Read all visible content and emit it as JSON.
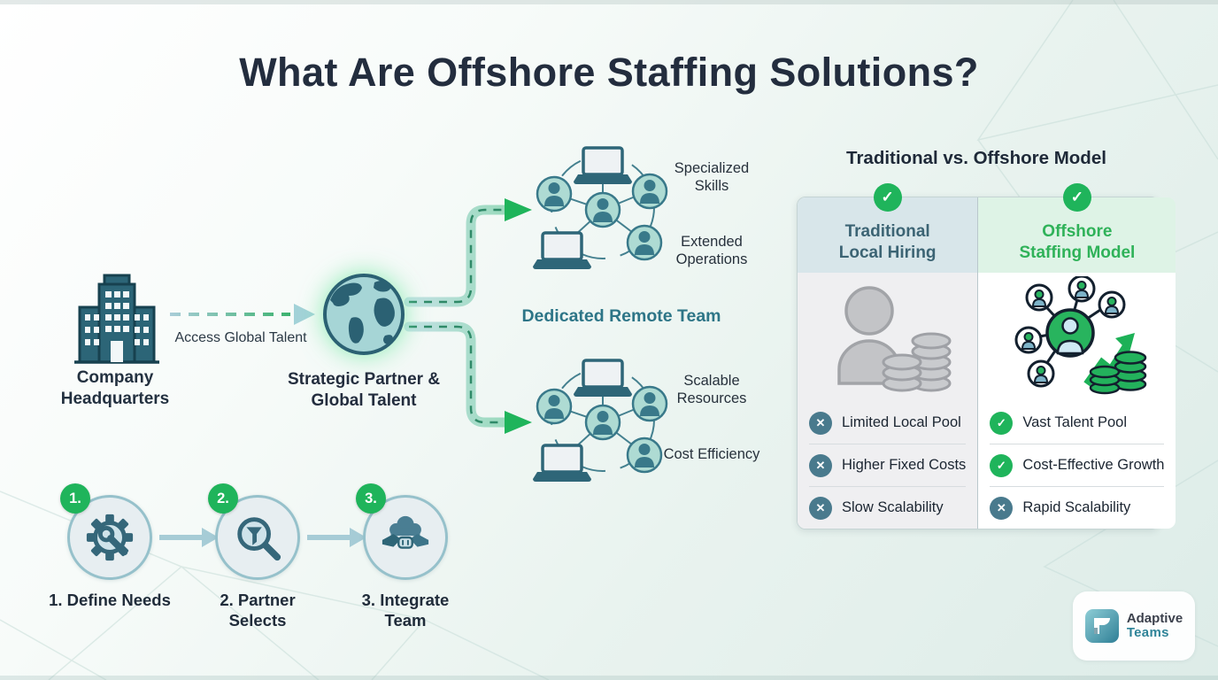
{
  "title": "What Are Offshore Staffing Solutions?",
  "flow": {
    "hq_label": "Company Headquarters",
    "arrow_label": "Access Global Talent",
    "partner_label": "Strategic Partner & Global Talent",
    "dedicated_team_label": "Dedicated Remote Team",
    "benefits": {
      "top": [
        "Specialized Skills",
        "Extended Operations"
      ],
      "bottom": [
        "Scalable Resources",
        "Cost Efficiency"
      ]
    }
  },
  "comparison": {
    "title": "Traditional vs. Offshore Model",
    "columns": [
      {
        "header_line1": "Traditional",
        "header_line2": "Local Hiring",
        "items": [
          {
            "icon": "x",
            "label": "Limited Local Pool"
          },
          {
            "icon": "x",
            "label": "Higher Fixed Costs"
          },
          {
            "icon": "x",
            "label": "Slow Scalability"
          }
        ]
      },
      {
        "header_line1": "Offshore",
        "header_line2": "Staffing Model",
        "items": [
          {
            "icon": "check",
            "label": "Vast Talent Pool"
          },
          {
            "icon": "check",
            "label": "Cost-Effective Growth"
          },
          {
            "icon": "x",
            "label": "Rapid Scalability"
          }
        ]
      }
    ]
  },
  "steps": [
    {
      "number": "1.",
      "label": "1. Define Needs"
    },
    {
      "number": "2.",
      "label": "2. Partner Selects"
    },
    {
      "number": "3.",
      "label": "3. Integrate Team"
    }
  ],
  "logo": {
    "line1": "Adaptive",
    "line2": "Teams"
  },
  "colors": {
    "accent_green": "#1fb45b",
    "teal_dark": "#2e6e80",
    "navy_text": "#232d3e",
    "x_badge": "#497a8d",
    "traditional_header_bg": "#d8e6ea",
    "offshore_header_bg": "#def3e6"
  }
}
